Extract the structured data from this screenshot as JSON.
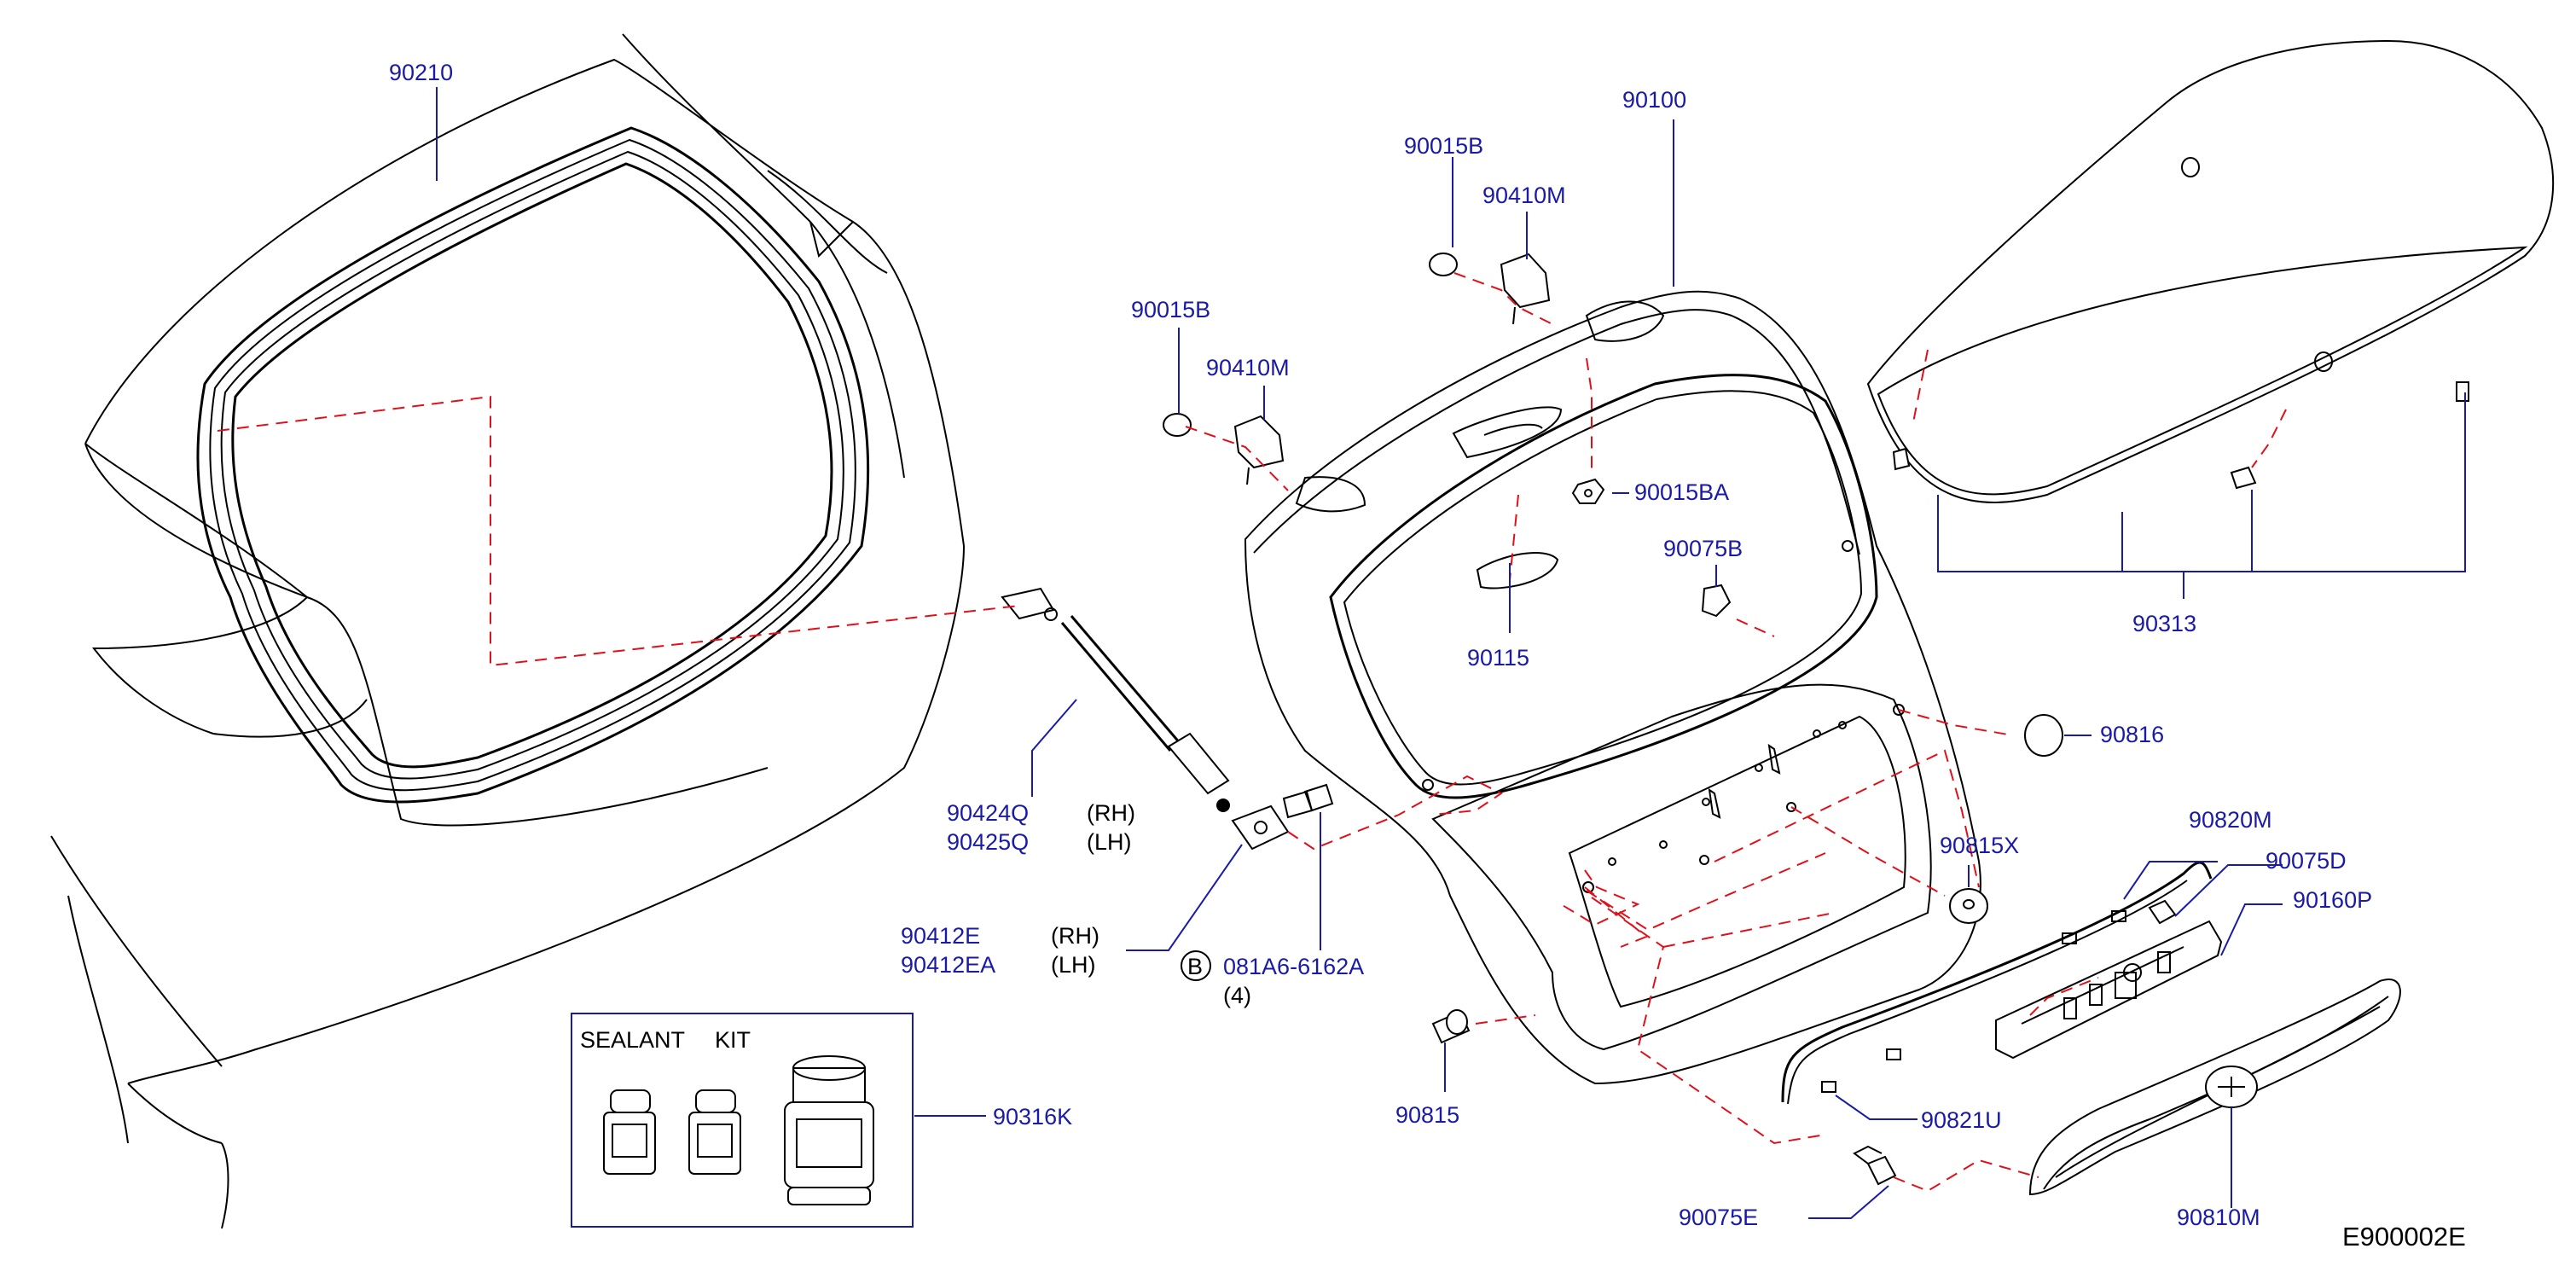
{
  "diagram": {
    "code": "E900002E",
    "kit": {
      "title_sealant": "SEALANT",
      "title_kit": "KIT"
    },
    "parts": {
      "p90210": "90210",
      "p90015B_a": "90015B",
      "p90410M_a": "90410M",
      "p90015B_b": "90015B",
      "p90410M_b": "90410M",
      "p90100": "90100",
      "p90015BA": "90015BA",
      "p90075B": "90075B",
      "p90115": "90115",
      "p90313": "90313",
      "p90816": "90816",
      "p90424Q": "90424Q",
      "p90425Q": "90425Q",
      "p90412E": "90412E",
      "p90412EA": "90412EA",
      "p081A6": "081A6-6162A",
      "p90820M": "90820M",
      "p90815X": "90815X",
      "p90075D": "90075D",
      "p90160P": "90160P",
      "p90815": "90815",
      "p90821U": "90821U",
      "p90075E": "90075E",
      "p90810M": "90810M",
      "p90316K": "90316K"
    },
    "side": {
      "rh": "(RH)",
      "lh": "(LH)"
    },
    "bolt_marker": "B",
    "bolt_qty": "(4)"
  },
  "colors": {
    "label": "#1a1aa8",
    "leader": "#1a1aa8",
    "dashed": "#e0101a",
    "part": "#000000"
  }
}
